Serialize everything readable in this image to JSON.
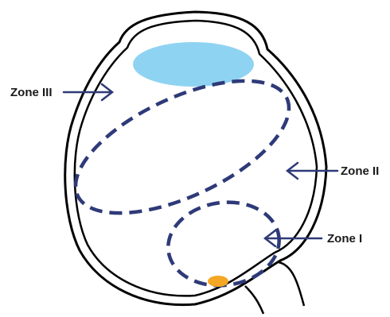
{
  "diagram": {
    "labels": {
      "zone_3": "Zone III",
      "zone_2": "Zone II",
      "zone_1": "Zone I"
    },
    "colors": {
      "outline": "#000000",
      "zone_boundary": "#2e3a78",
      "arrow": "#2e3a78",
      "lens": "#8fd3f2",
      "optic_disc": "#f5a623",
      "background": "#ffffff"
    }
  }
}
